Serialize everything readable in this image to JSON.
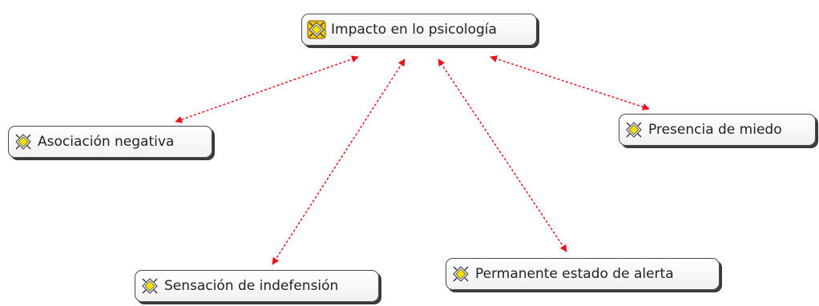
{
  "diagram": {
    "root": {
      "label": "Impacto en lo psicología",
      "icon": "concept-icon"
    },
    "children": [
      {
        "id": "asoc",
        "label": "Asociación negativa",
        "icon": "concept-icon"
      },
      {
        "id": "pres",
        "label": "Presencia de miedo",
        "icon": "concept-icon"
      },
      {
        "id": "sens",
        "label": "Sensación de indefensión",
        "icon": "concept-icon"
      },
      {
        "id": "perm",
        "label": "Permanente estado de alerta",
        "icon": "concept-icon"
      }
    ],
    "connector": {
      "style": "dashed",
      "arrows": "both-ends",
      "color": "#e8141e"
    }
  }
}
